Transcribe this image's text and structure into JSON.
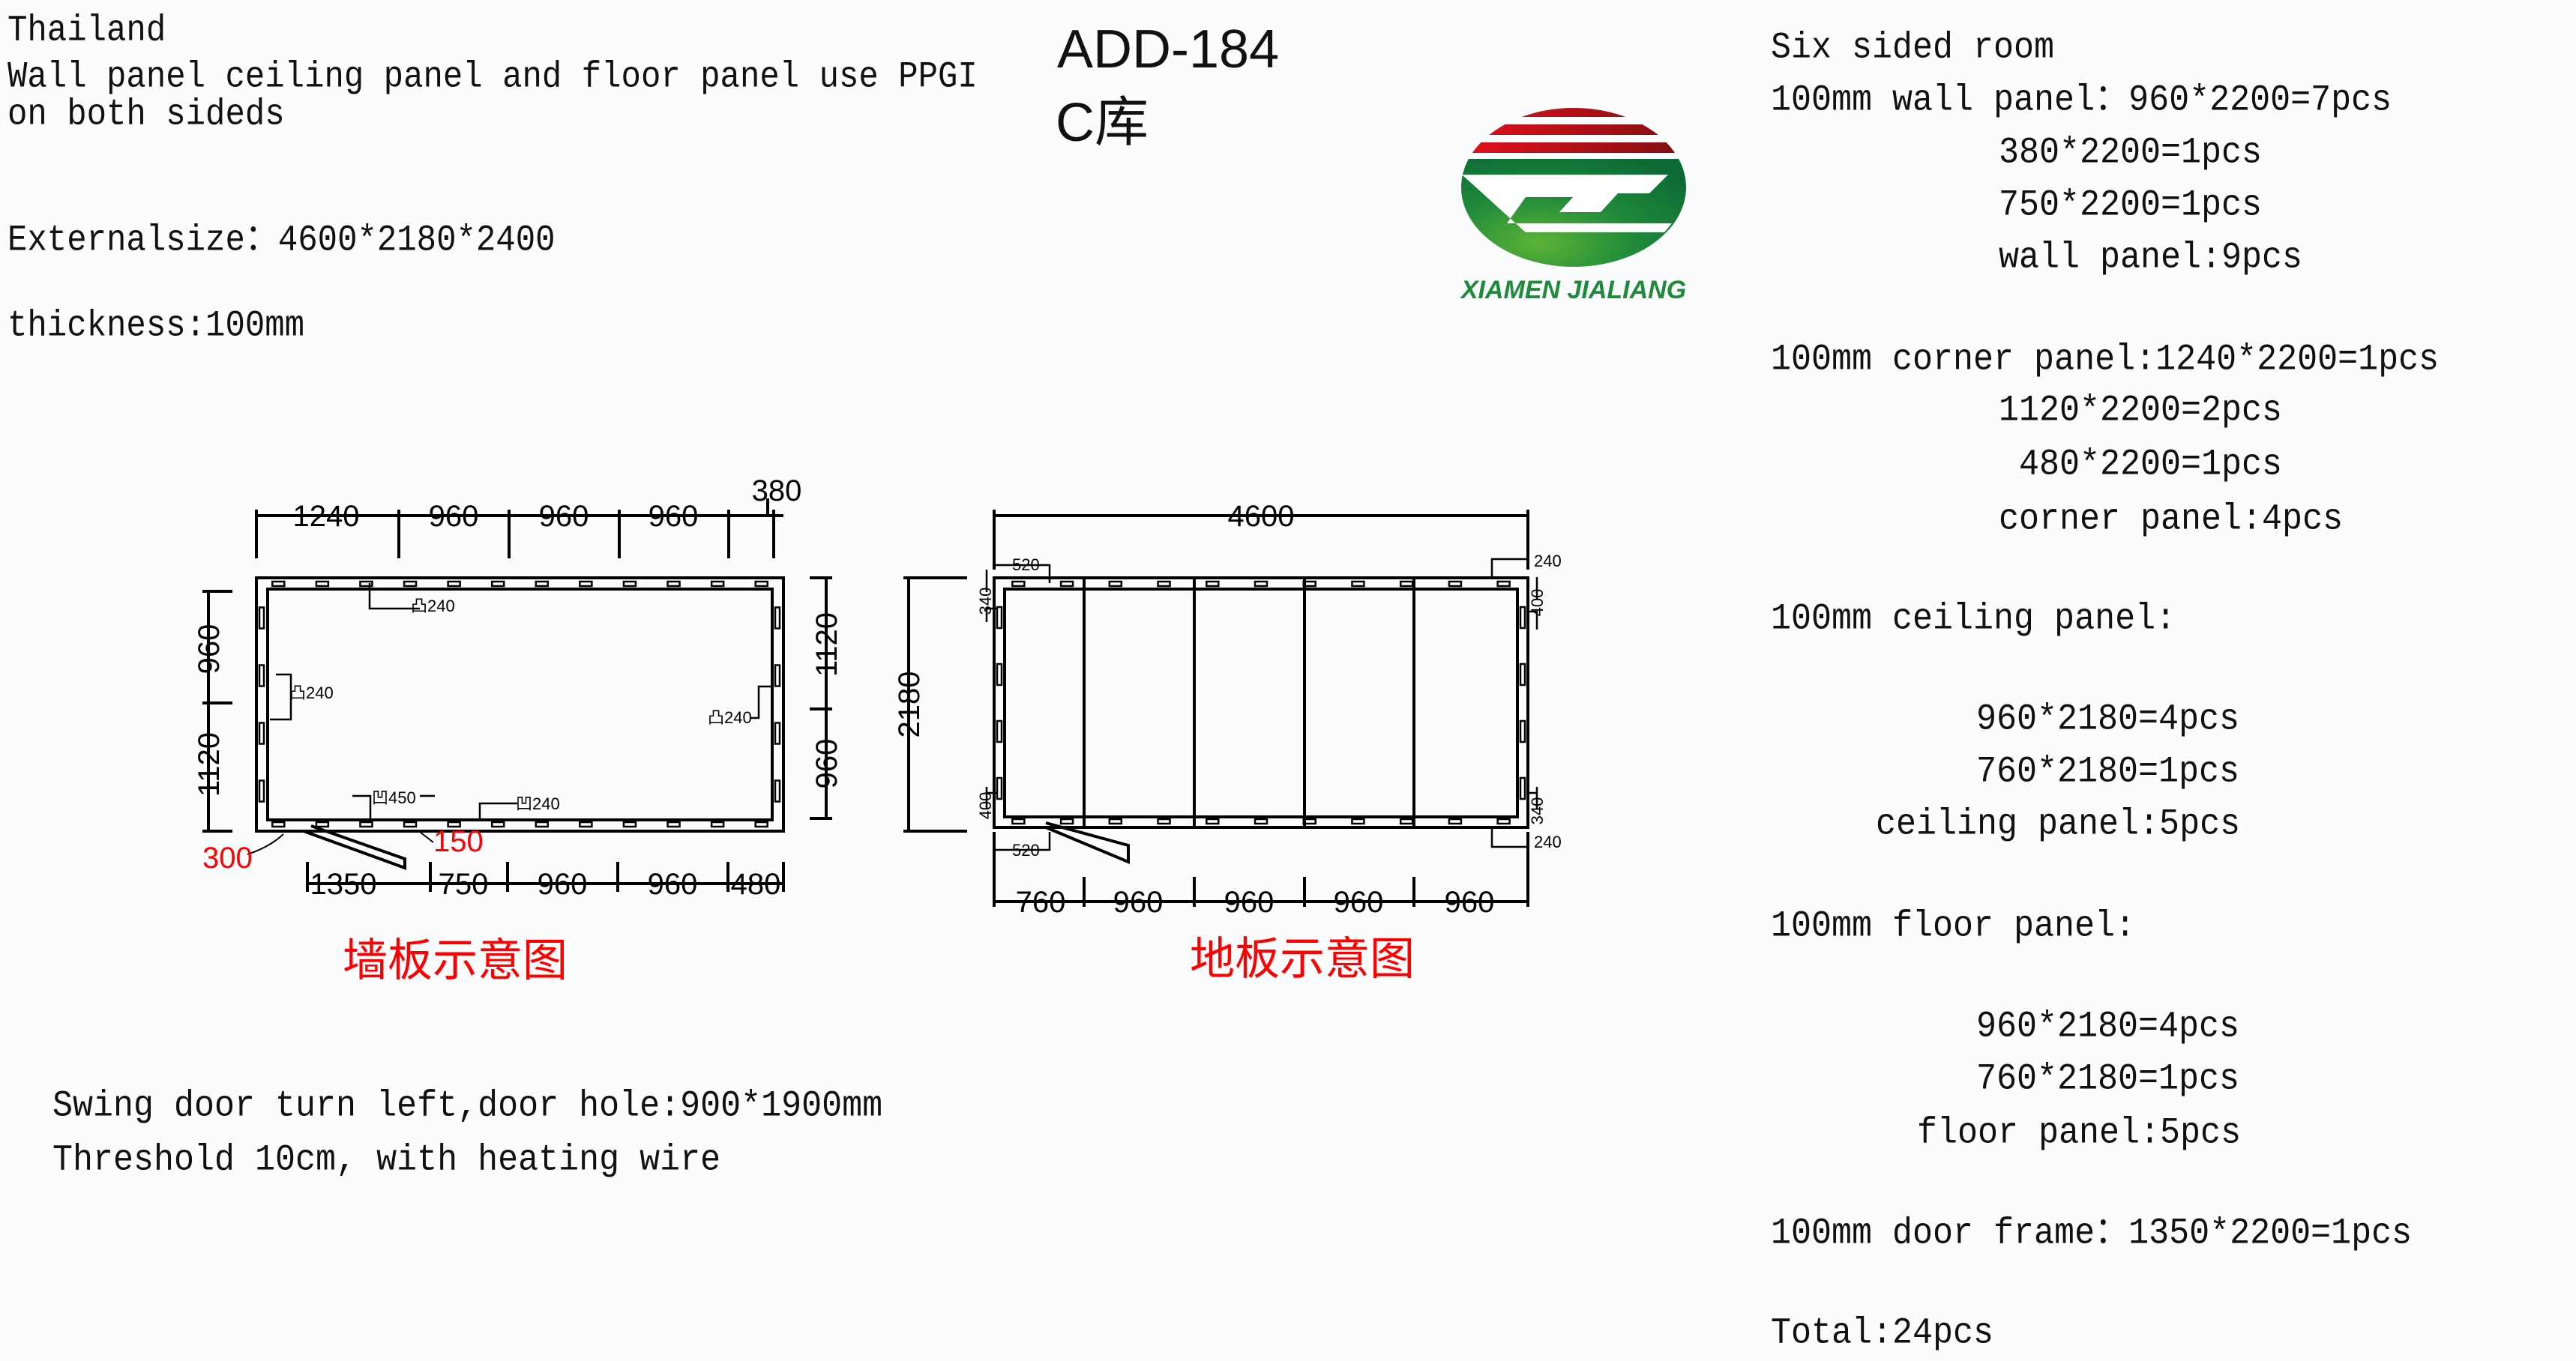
{
  "left_notes": {
    "country": "Thailand",
    "material_line1": "Wall panel ceiling panel and floor panel use PPGI",
    "material_line2": "on both sideds",
    "external_size": "Externalsize：4600*2180*2400",
    "thickness": "thickness:100mm"
  },
  "header": {
    "code": "ADD-184",
    "subtitle": "C库"
  },
  "logo": {
    "text": "XIAMEN JIALIANG",
    "green": "#1f8a3a",
    "red": "#d8101c"
  },
  "wall_diagram": {
    "caption": "墙板示意图",
    "top_dims": [
      "1240",
      "960",
      "960",
      "960",
      "380"
    ],
    "bottom_dims": [
      "1350",
      "750",
      "960",
      "960",
      "480"
    ],
    "left_dims": [
      "960",
      "1120"
    ],
    "right_dims": [
      "1120",
      "960"
    ],
    "red_labels": [
      "300",
      "150"
    ],
    "notes": [
      "凸240",
      "凸240",
      "凸240",
      "凹450",
      "凹240"
    ]
  },
  "floor_diagram": {
    "caption": "地板示意图",
    "top_dim": "4600",
    "left_dim": "2180",
    "bottom_dims": [
      "760",
      "960",
      "960",
      "960",
      "960"
    ],
    "small_dims": [
      "520",
      "520",
      "340",
      "400",
      "240",
      "400",
      "340",
      "240"
    ]
  },
  "door_notes": {
    "line1": "Swing door turn left,door hole:900*1900mm",
    "line2": "Threshold 10cm, with heating wire"
  },
  "bom": {
    "heading": "Six sided room",
    "lines": [
      "100mm wall panel：960*2200=7pcs",
      "380*2200=1pcs",
      "750*2200=1pcs",
      "wall panel:9pcs",
      "100mm corner panel:1240*2200=1pcs",
      "1120*2200=2pcs",
      "480*2200=1pcs",
      "corner panel:4pcs",
      "100mm ceiling panel:",
      "960*2180=4pcs",
      "760*2180=1pcs",
      "ceiling panel:5pcs",
      "100mm floor panel:",
      "960*2180=4pcs",
      "760*2180=1pcs",
      "floor panel:5pcs",
      "100mm door frame：1350*2200=1pcs",
      "Total:24pcs"
    ]
  }
}
